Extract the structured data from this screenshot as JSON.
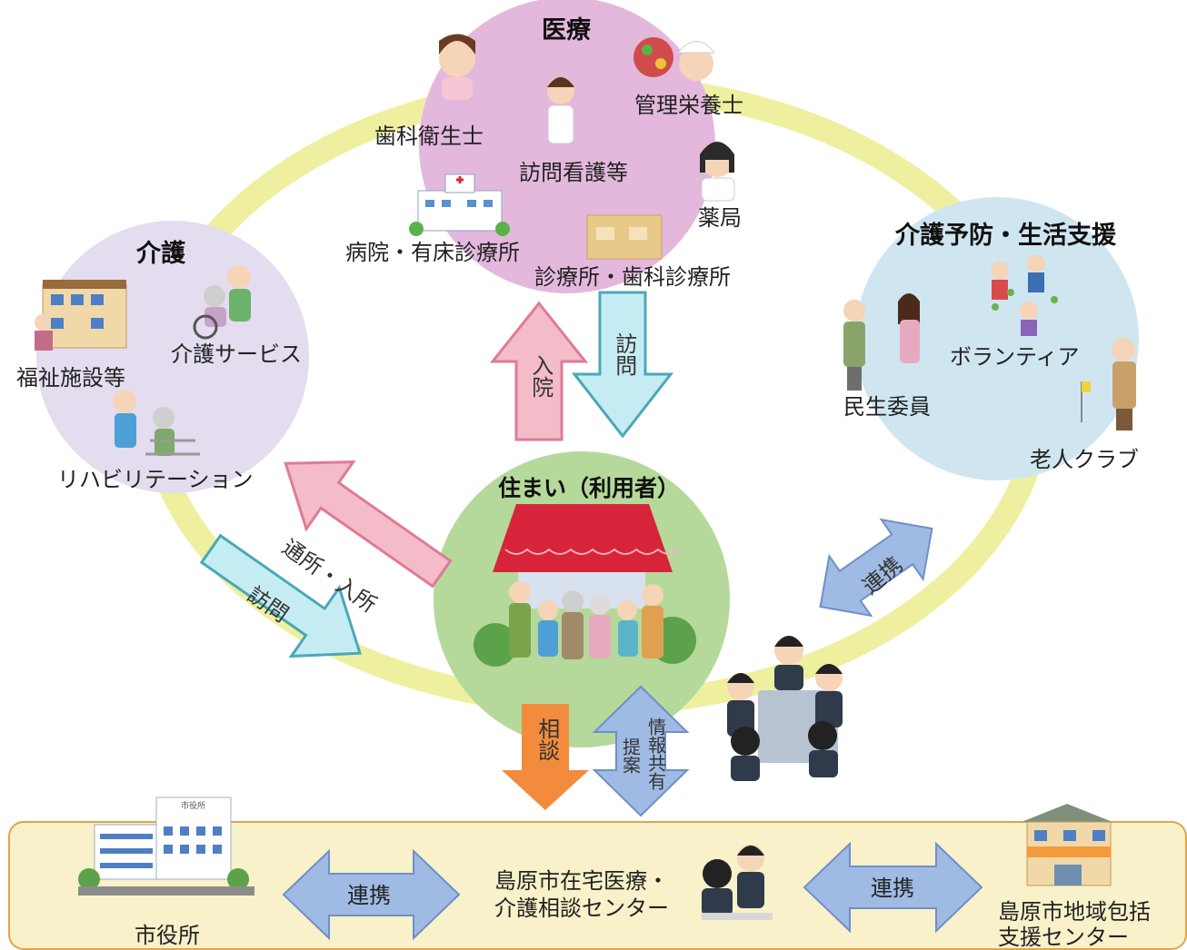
{
  "medical": {
    "title": "医療",
    "dental_hygienist": "歯科衛生士",
    "visiting_nursing": "訪問看護等",
    "dietitian": "管理栄養士",
    "pharmacy": "薬局",
    "hospital": "病院・有床診療所",
    "clinic": "診療所・歯科診療所"
  },
  "care": {
    "title": "介護",
    "welfare_facility": "福祉施設等",
    "care_service": "介護サービス",
    "rehabilitation": "リハビリテーション"
  },
  "prevention": {
    "title": "介護予防・生活支援",
    "welfare_commissioner": "民生委員",
    "volunteer": "ボランティア",
    "senior_club": "老人クラブ"
  },
  "home": {
    "title": "住まい（利用者）"
  },
  "arrows": {
    "admission": "入院",
    "visit_medical": "訪問",
    "commute_admission": "通所・入所",
    "visit_care": "訪問",
    "cooperation_prevention": "連携",
    "consultation": "相談",
    "info_share": "情報共有",
    "proposal": "提案",
    "cooperation_left": "連携",
    "cooperation_right": "連携"
  },
  "bottom": {
    "city_hall": "市役所",
    "city_hall_sign": "市役所",
    "center_line1": "島原市在宅医療・",
    "center_line2": "介護相談センター",
    "support_line1": "島原市地域包括",
    "support_line2": "支援センター"
  },
  "colors": {
    "ring": "#eef0a0",
    "medical_circle": "#e3b8dc",
    "care_circle": "#e4dcef",
    "prevention_circle": "#cfe6f1",
    "home_circle": "#b5d99a",
    "pink_arrow": "#f3bcc8",
    "cyan_arrow": "#c6ecf3",
    "blue_arrow": "#9fbbe3",
    "orange_arrow": "#f28c3c",
    "bottom_panel": "#f8f1c9"
  }
}
